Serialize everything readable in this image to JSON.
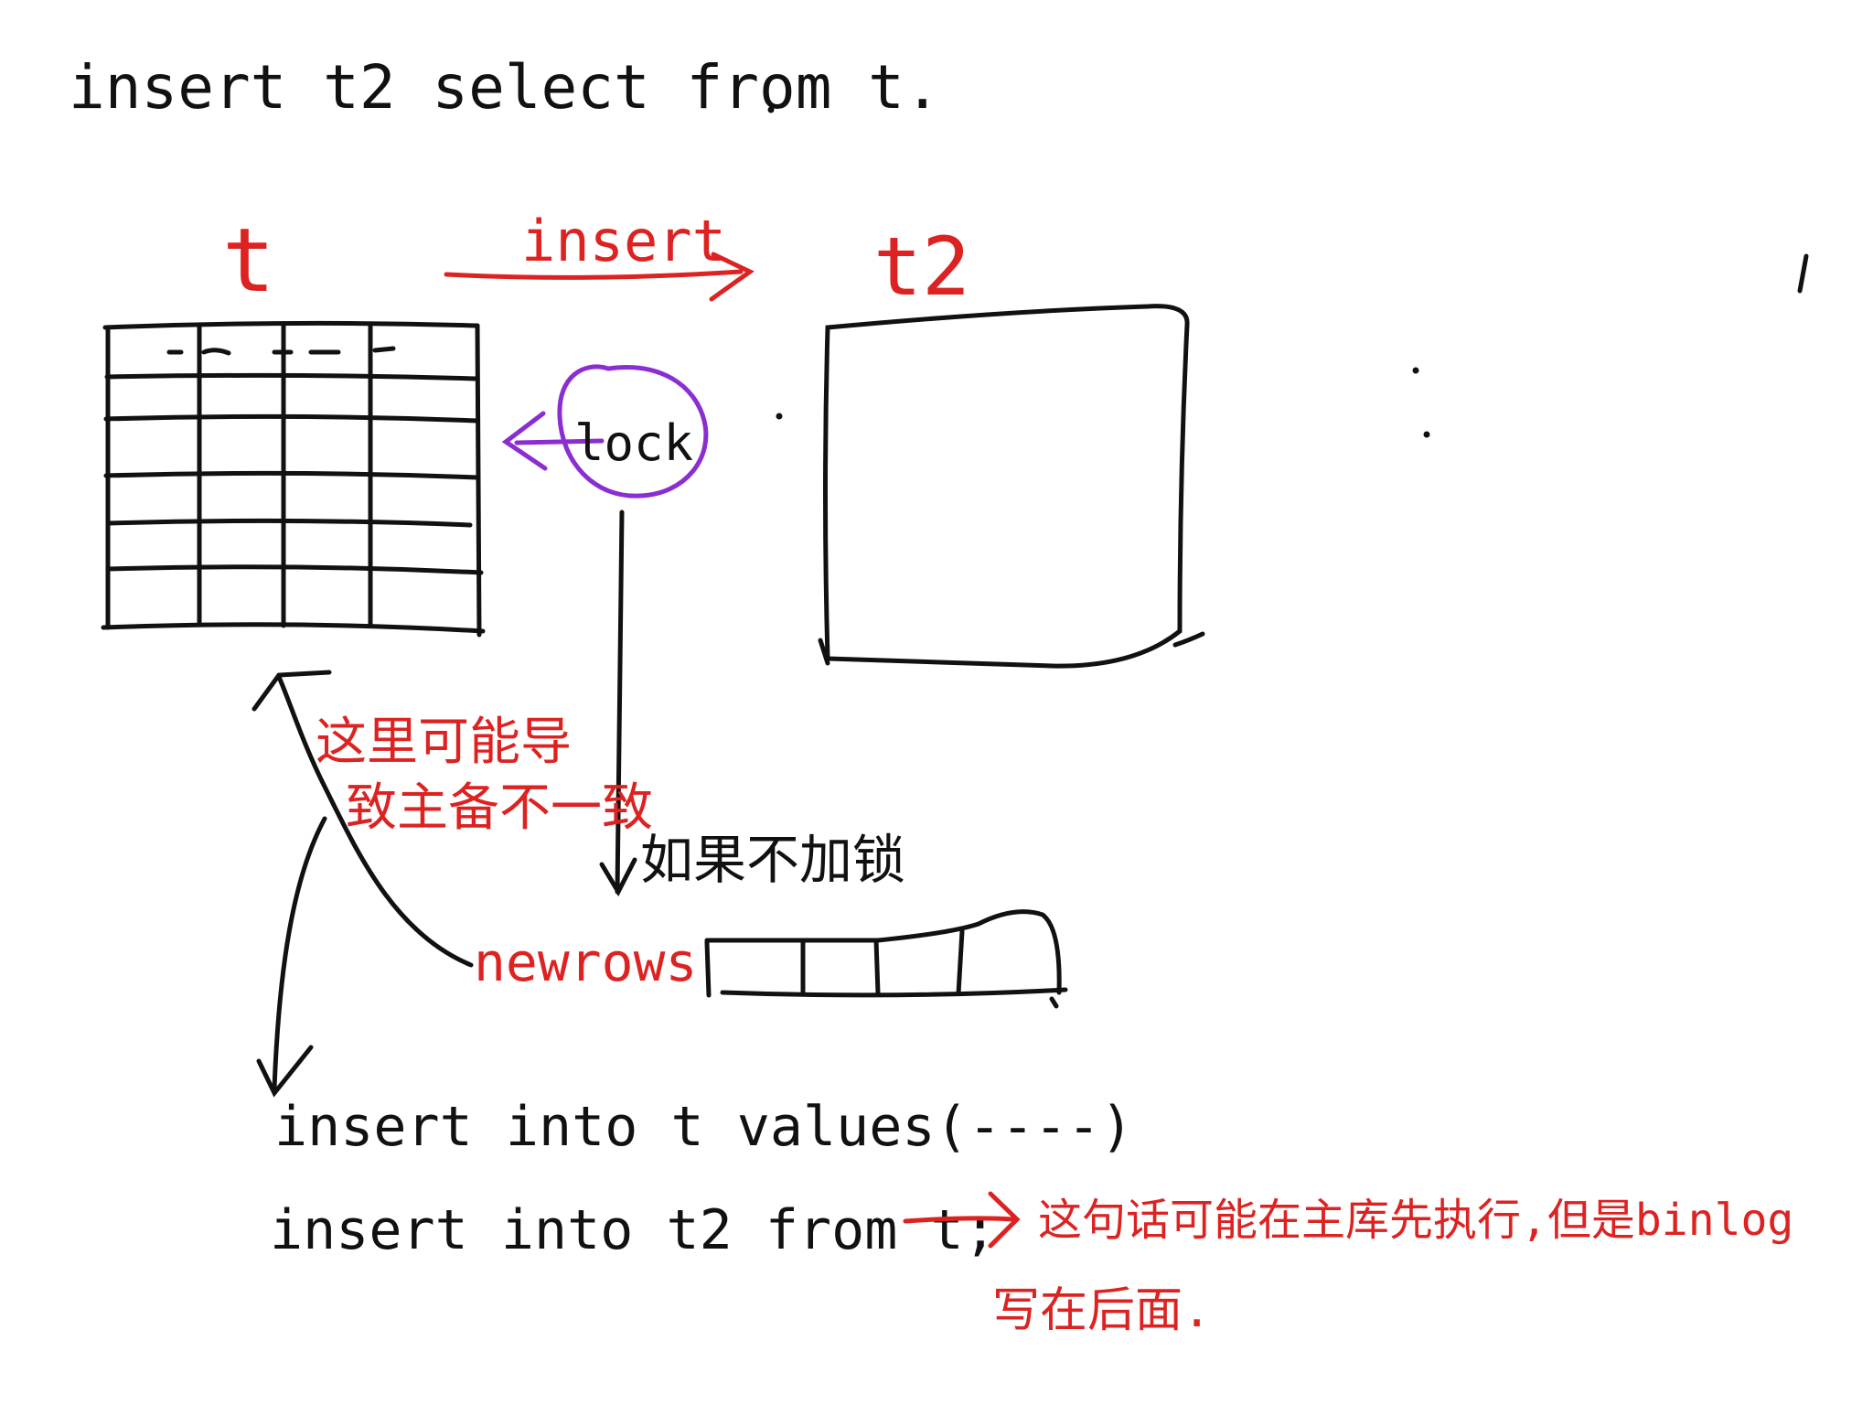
{
  "colors": {
    "ink": "#111111",
    "red": "#dd2222",
    "purple": "#8b2ed1",
    "background": "#ffffff"
  },
  "diagram": {
    "title": "insert t2 select from t.",
    "table_t_label": "t",
    "table_t2_label": "t2",
    "insert_arrow_label": "insert",
    "lock_label": "lock",
    "no_lock_note": "如果不加锁",
    "conflict_note_line1": "这里可能导",
    "conflict_note_line2": "致主备不一致",
    "newrows_label": "newrows",
    "statement_1": "insert into t values(----)",
    "statement_2": "insert into t2 from t;",
    "binlog_note_line1": "这句话可能在主库先执行,但是binlog",
    "binlog_note_line2": "写在后面."
  }
}
